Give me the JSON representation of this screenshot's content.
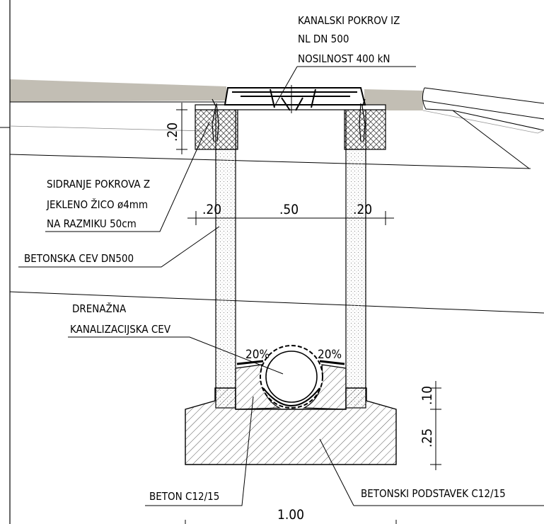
{
  "labels": {
    "cover_line1": "KANALSKI POKROV IZ",
    "cover_line2": "NL DN 500",
    "cover_line3": "NOSILNOST 400 kN",
    "anchor_line1": "SIDRANJE POKROVA Z",
    "anchor_line2": "JEKLENO ŽICO ø4mm",
    "anchor_line3": "NA RAZMIKU 50cm",
    "pipe_dn500": "BETONSKA CEV DN500",
    "drain_line1": "DRENAŽNA",
    "drain_line2": "KANALIZACIJSKA CEV",
    "slope_left": "20%",
    "slope_right": "20%",
    "beton": "BETON C12/15",
    "podstavek": "BETONSKI PODSTAVEK C12/15"
  },
  "dimensions": {
    "collar_height": ".20",
    "wall_left": ".20",
    "inner_width": ".50",
    "wall_right": ".20",
    "step_height": ".10",
    "base_height": ".25",
    "base_width": "1.00"
  },
  "colors": {
    "road": "#c2beb4",
    "line": "#000000",
    "hatch": "#555555",
    "dots": "#8a8a8a",
    "thin": "#777777"
  }
}
